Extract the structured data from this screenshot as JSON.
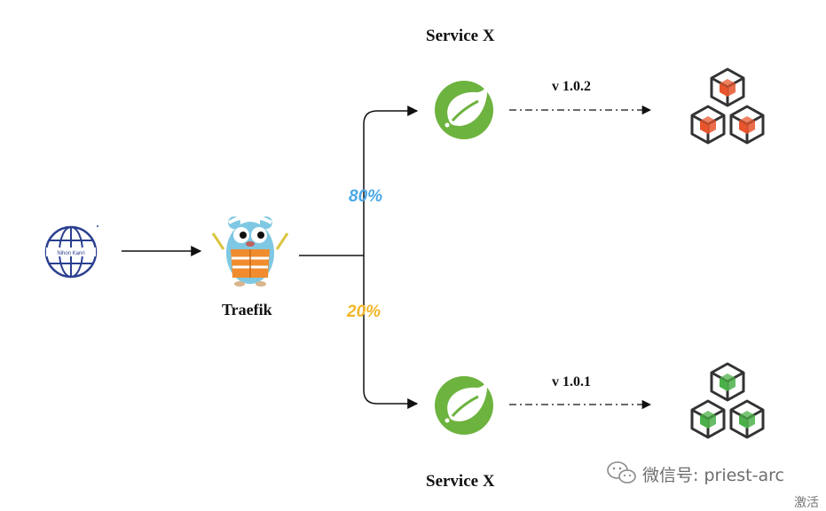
{
  "top_service": {
    "label": "Service X",
    "version": "v 1.0.2",
    "weight": "80%",
    "weight_color": "#4aa8e8",
    "cube_color": "#e8552d"
  },
  "bottom_service": {
    "label": "Service X",
    "version": "v 1.0.1",
    "weight": "20%",
    "weight_color": "#f2b628",
    "cube_color": "#4cb04a"
  },
  "router": {
    "label": "Traefik"
  },
  "internet": {
    "icon": "globe-icon",
    "caption": "Nihon Kanri"
  },
  "watermark": {
    "text": "微信号: priest-arc",
    "icon": "wechat-icon"
  },
  "corner_text": "激活",
  "colors": {
    "spring": "#6db33f",
    "line": "#111111"
  }
}
